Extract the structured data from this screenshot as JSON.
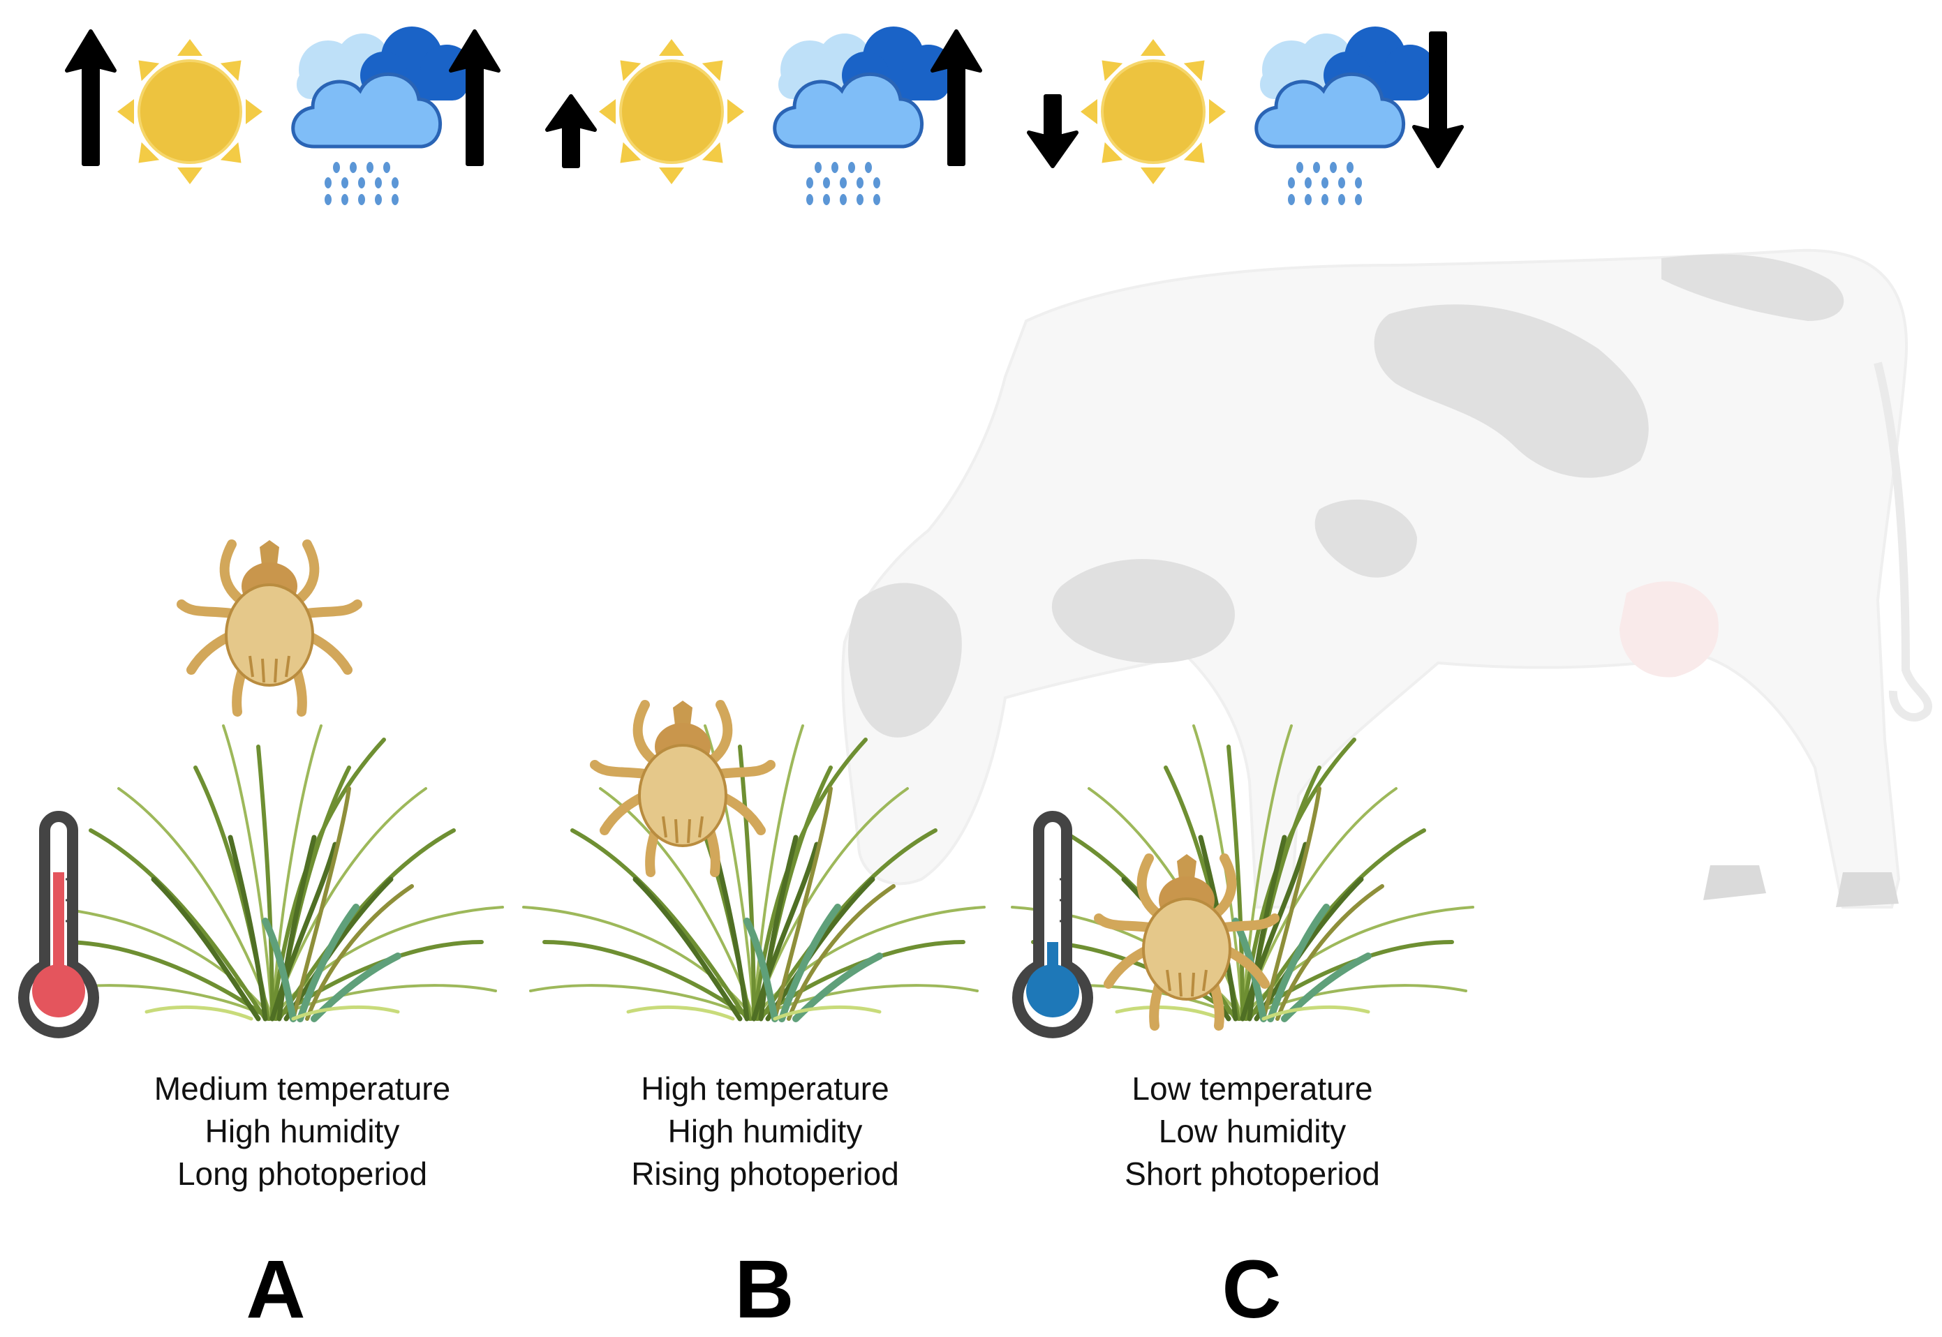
{
  "colors": {
    "sun": "#EDC33F",
    "sun_ray": "#F3CB45",
    "cloud_dark": "#1A63C7",
    "cloud_light": "#A9D4F5",
    "cloud_front": "#7FBDF7",
    "rain": "#5B96D6",
    "tick": "#D9B070",
    "grass": "#6E8F32",
    "thermometer_warm": "#E4555D",
    "thermometer_cold": "#1E78B8",
    "cow_spot": "#C8C8C8"
  },
  "icons": {
    "weather_arrow": "arrow-icon",
    "sun": "sun-icon",
    "cloud": "rain-cloud-icon",
    "tick": "tick-icon",
    "grass": "grass-tuft-icon",
    "thermometer": "thermometer-icon",
    "cow": "cow-icon"
  },
  "panels": [
    {
      "letter": "A",
      "conditions": [
        "Medium temperature",
        "High humidity",
        "Long photoperiod"
      ],
      "sun_arrow": "up-large",
      "rain_arrow": "up-large",
      "tick_position": "above grass (questing)",
      "thermometer": "warm"
    },
    {
      "letter": "B",
      "conditions": [
        "High temperature",
        "High humidity",
        "Rising photoperiod"
      ],
      "sun_arrow": "up-small",
      "rain_arrow": "up-large",
      "tick_position": "upper grass",
      "thermometer": "none"
    },
    {
      "letter": "C",
      "conditions": [
        "Low temperature",
        "Low humidity",
        "Short photoperiod"
      ],
      "sun_arrow": "down-small",
      "rain_arrow": "down-large",
      "tick_position": "base of grass",
      "thermometer": "cold"
    }
  ]
}
